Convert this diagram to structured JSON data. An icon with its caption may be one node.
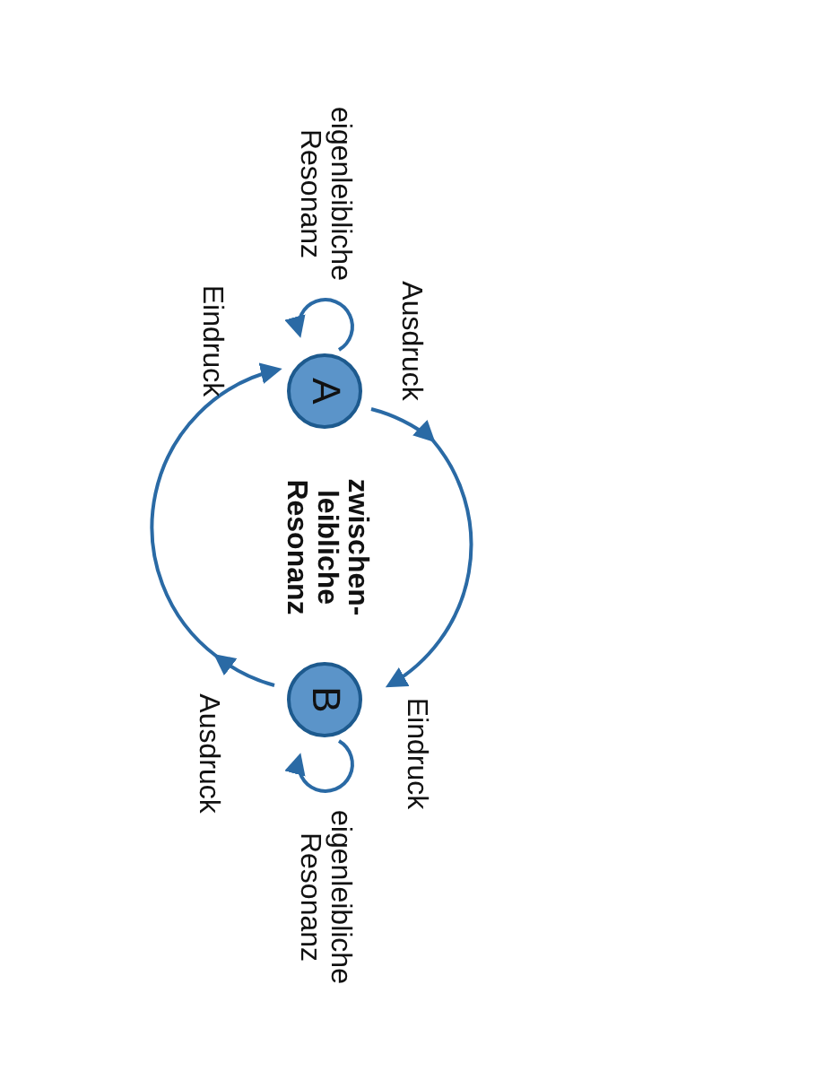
{
  "diagram": {
    "nodes": [
      {
        "text": [
          "A"
        ]
      },
      {
        "text": [
          "B"
        ]
      }
    ],
    "edges": [
      {
        "from": 0,
        "to": 0,
        "arrow": "to",
        "label": "eigenleibliche Resonanz"
      },
      {
        "from": 0,
        "to": 1,
        "arrow": "to"
      },
      {
        "from": 1,
        "to": 0,
        "arrow": "to"
      },
      {
        "from": 1,
        "to": 1,
        "arrow": "to",
        "label": "eigenleibliche Resonanz"
      }
    ],
    "labels": [
      "Eindruck",
      "Ausdruck",
      "zwischen- leibliche Resonanz",
      "Ausdruck",
      "Eindruck"
    ]
  }
}
